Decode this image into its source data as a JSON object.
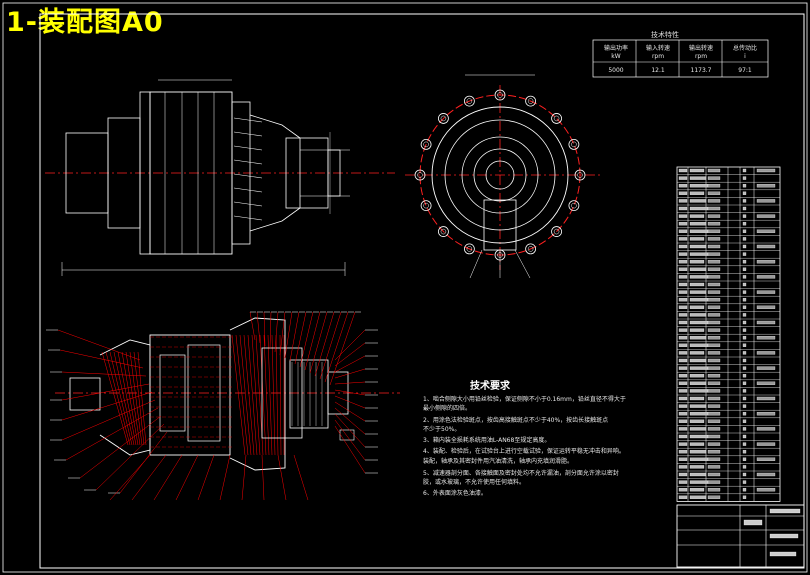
{
  "title": "1-装配图A0",
  "spec_table": {
    "caption": "技术特性",
    "headers": [
      "输出功率",
      "输入转速",
      "输出转速",
      "总传动比"
    ],
    "units": [
      "kW",
      "rpm",
      "rpm",
      "i"
    ],
    "values": [
      "5000",
      "12.1",
      "1173.7",
      "97:1"
    ]
  },
  "notes": {
    "title": "技术要求",
    "lines": [
      "1、啮合侧隙大小用铅丝检验，保证侧隙不小于0.16mm，铅丝直径不得大于",
      "最小侧隙的四倍。",
      "2、用涂色法检验斑点，按齿高接触斑点不少于40%，按齿长接触斑点",
      "不少于50%。",
      "3、箱内装全损耗系统用油L-AN68至规定高度。",
      "4、装配、检验后，在试验台上进行空载试验，保证运转平稳无冲击和异响。",
      "装配，轴承及其密封件用汽油清洗，轴承内充填润滑脂。",
      "5、减速器剖分面、各接触面及密封处均不允许漏油，剖分面允许涂以密封",
      "胶，或水玻璃，不允许使用任何填料。",
      "6、外表面涂灰色油漆。"
    ]
  },
  "colors": {
    "title": "#ffff00",
    "centerline": "#ff2020",
    "drawing": "#ffffff",
    "leader": "#ff0000"
  }
}
